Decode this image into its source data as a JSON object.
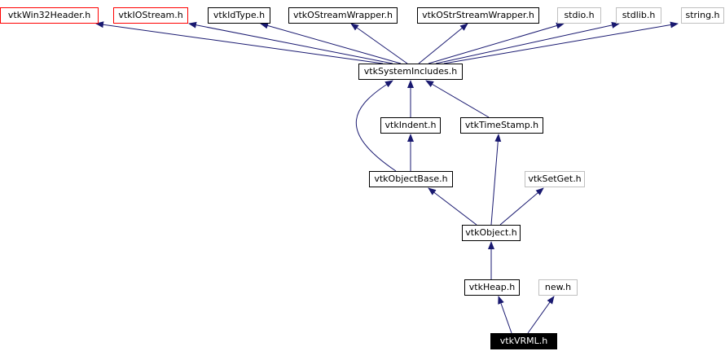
{
  "colors": {
    "edge": "#191970",
    "box_border": "#000000",
    "missing_border": "#ff0000",
    "external_border": "#bfbfbf",
    "focus_fill": "#000000",
    "focus_text": "#ffffff"
  },
  "nodes": {
    "win32": "vtkWin32Header.h",
    "iostream": "vtkIOStream.h",
    "idtype": "vtkIdType.h",
    "ostreamwrapper": "vtkOStreamWrapper.h",
    "ostrstreamwrapper": "vtkOStrStreamWrapper.h",
    "stdio": "stdio.h",
    "stdlib": "stdlib.h",
    "string": "string.h",
    "systemincludes": "vtkSystemIncludes.h",
    "indent": "vtkIndent.h",
    "timestamp": "vtkTimeStamp.h",
    "objectbase": "vtkObjectBase.h",
    "setget": "vtkSetGet.h",
    "object": "vtkObject.h",
    "heap": "vtkHeap.h",
    "new": "new.h",
    "vrml": "vtkVRML.h"
  }
}
